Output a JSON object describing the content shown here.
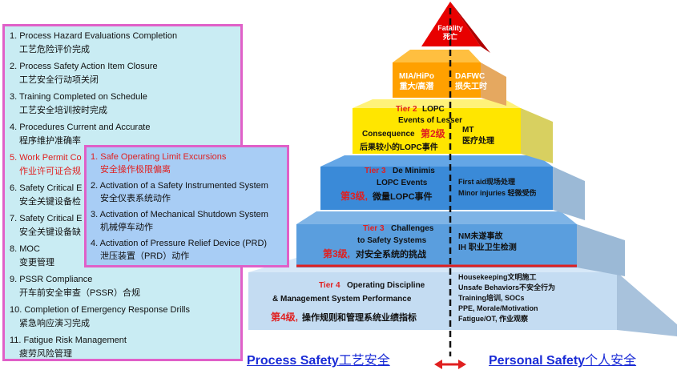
{
  "list": {
    "items": [
      {
        "en": "1. Process Hazard Evaluations   Completion",
        "zh": "工艺危险评价完成"
      },
      {
        "en": "2. Process Safety Action Item Closure",
        "zh": "工艺安全行动项关闭"
      },
      {
        "en": "3. Training Completed on Schedule",
        "zh": "工艺安全培训按时完成"
      },
      {
        "en": "4. Procedures Current and Accurate",
        "zh": "程序维护准确率"
      },
      {
        "en": "5. Work Permit Co",
        "zh": "作业许可证合规"
      },
      {
        "en": "6. Safety Critical E",
        "zh": "安全关键设备检"
      },
      {
        "en": "7. Safety Critical E",
        "zh": "安全关键设备缺"
      },
      {
        "en": "8. MOC",
        "zh": "变更管理"
      },
      {
        "en": "9. PSSR Compliance",
        "zh": "开车前安全审查（PSSR）合规"
      },
      {
        "en": "10. Completion of Emergency Response Drills",
        "zh": "紧急响应演习完成"
      },
      {
        "en": "11. Fatigue Risk Management",
        "zh": "疲劳风险管理"
      }
    ]
  },
  "sublist": {
    "items": [
      {
        "en": "1. Safe Operating Limit Excursions",
        "zh": "安全操作极限偏离"
      },
      {
        "en": "2. Activation of a Safety Instrumented System",
        "zh": "安全仪表系统动作"
      },
      {
        "en": "3. Activation of Mechanical Shutdown System",
        "zh": "机械停车动作"
      },
      {
        "en": "4. Activation of Pressure Relief Device (PRD)",
        "zh": "泄压装置（PRD）动作"
      }
    ]
  },
  "pyramid": {
    "tier0": {
      "en": "Fatality",
      "zh": "死亡"
    },
    "tier1": {
      "left_en": "MIA/HiPo",
      "left_zh": "重大/高潜",
      "right_en": "DAFWC",
      "right_zh": "损失工时"
    },
    "tier2": {
      "red": "Tier 2",
      "line1": "LOPC",
      "line2": "Events of Lesser",
      "line3": "Consequence",
      "red2": "第2级",
      "zh": "后果较小的LOPC事件",
      "right_en": "MT",
      "right_zh": "医疗处理"
    },
    "tier3a": {
      "red": "Tier 3",
      "line1": "De Minimis",
      "line2": "LOPC Events",
      "red2": "第3级,",
      "zh": "微量LOPC事件",
      "right1": "First aid现场处理",
      "right2": "Minor injuries 轻微受伤"
    },
    "tier3b": {
      "red": "Tier 3",
      "line1": "Challenges",
      "line2": "to Safety Systems",
      "red2": "第3级,",
      "zh": "对安全系统的挑战",
      "right1": "NM未遂事故",
      "right2": "IH 职业卫生检测"
    },
    "tier4": {
      "red": "Tier 4",
      "line1": "Operating Discipline",
      "line2": "& Management System Performance",
      "red2": "第4级,",
      "zh": "操作规则和管理系统业绩指标",
      "right1": "Housekeeping文明施工",
      "right2": "Unsafe Behaviors不安全行为",
      "right3": "Training培训, SOCs",
      "right4": "PPE, Morale/Motivation",
      "right5": "Fatigue/OT, 作业观察"
    }
  },
  "footer": {
    "left_en": "Process Safety",
    "left_zh": "工艺安全",
    "right_en": "Personal Safety",
    "right_zh": "个人安全"
  },
  "colors": {
    "red": "#e02020",
    "blue": "#1a2bd6",
    "yellow": "#ffe600",
    "magenta": "#e060c8"
  }
}
